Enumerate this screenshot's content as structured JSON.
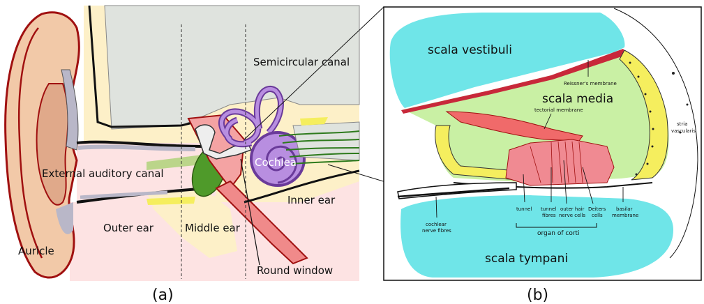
{
  "left_panel": {
    "caption": "(a)",
    "labels": {
      "semicircular_canal": "Semicircular canal",
      "cochlea": "Cochlea",
      "external_auditory_canal": "External auditory canal",
      "inner_ear": "Inner ear",
      "outer_ear": "Outer ear",
      "middle_ear": "Middle ear",
      "auricle": "Auricle",
      "round_window": "Round window"
    }
  },
  "right_panel": {
    "caption": "(b)",
    "labels": {
      "scala_vestibuli": "scala vestibuli",
      "reissners_membrane": "Reissner's membrane",
      "scala_media": "scala media",
      "tectorial_membrane": "tectorial membrane",
      "stria_vascularis_1": "stria",
      "stria_vascularis_2": "vascularis",
      "tunnel": "tunnel",
      "tunnel_fibres_1": "tunnel",
      "tunnel_fibres_2": "fibres",
      "outer_hair_1": "outer hair",
      "outer_hair_2": "nerve cells",
      "deiters_1": "Deiters",
      "deiters_2": "cells",
      "basilar_1": "basilar",
      "basilar_2": "membrane",
      "cochlear_nerve_1": "cochlear",
      "cochlear_nerve_2": "nerve fibres",
      "organ_of_corti": "organ of corti",
      "scala_tympani": "scala tympani"
    }
  },
  "colors": {
    "skin": "#f2c9a8",
    "skin_dark": "#e0a98a",
    "outline_red": "#a01010",
    "bone_cream": "#fdf0c8",
    "canal_pink": "#fde3e3",
    "cranium_grey": "#dfe3de",
    "labyrinth_purple": "#9a6bc4",
    "eardrum_green": "#4f9a2a",
    "nerve_green": "#2d7a1c",
    "scala_cyan": "#6fe5e8",
    "media_green": "#c9f0a4",
    "stria_yellow": "#f5ee5e",
    "corti_pink": "#f08a92",
    "reissner_red": "#c8283a"
  }
}
